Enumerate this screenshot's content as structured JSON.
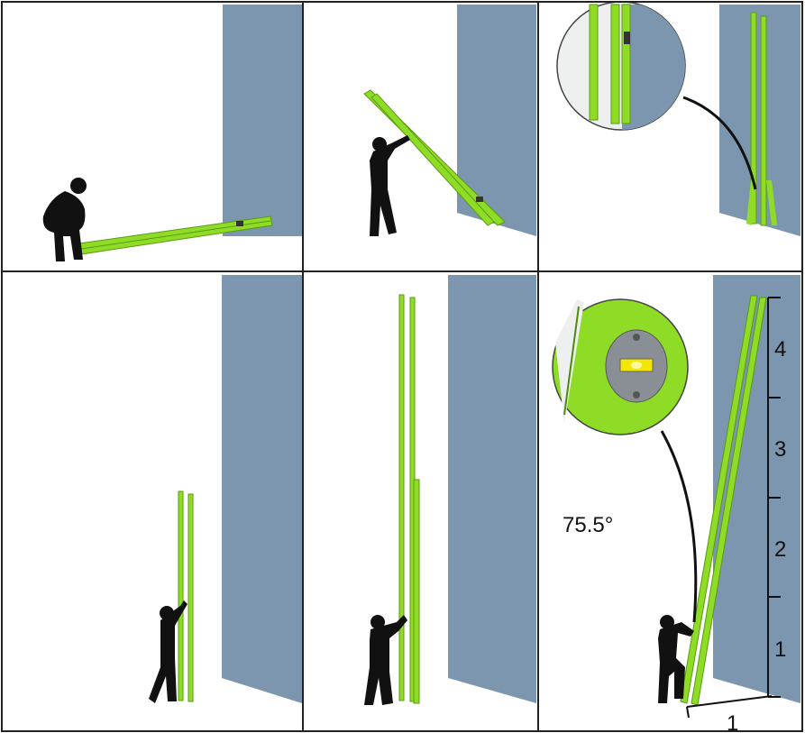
{
  "figure": {
    "angle_label": "75.5°",
    "ratio_labels": [
      "1",
      "2",
      "3",
      "4"
    ],
    "base_label": "1"
  },
  "colors": {
    "ladder": "#8fdc26",
    "ladder_dark": "#5a9a10",
    "wall": "#7b96ae",
    "silhouette": "#111111",
    "frame": "#222222"
  },
  "icons": [
    "person-silhouette-icon",
    "ladder-icon",
    "wall-icon",
    "magnifier-callout-icon",
    "bubble-level-icon"
  ]
}
